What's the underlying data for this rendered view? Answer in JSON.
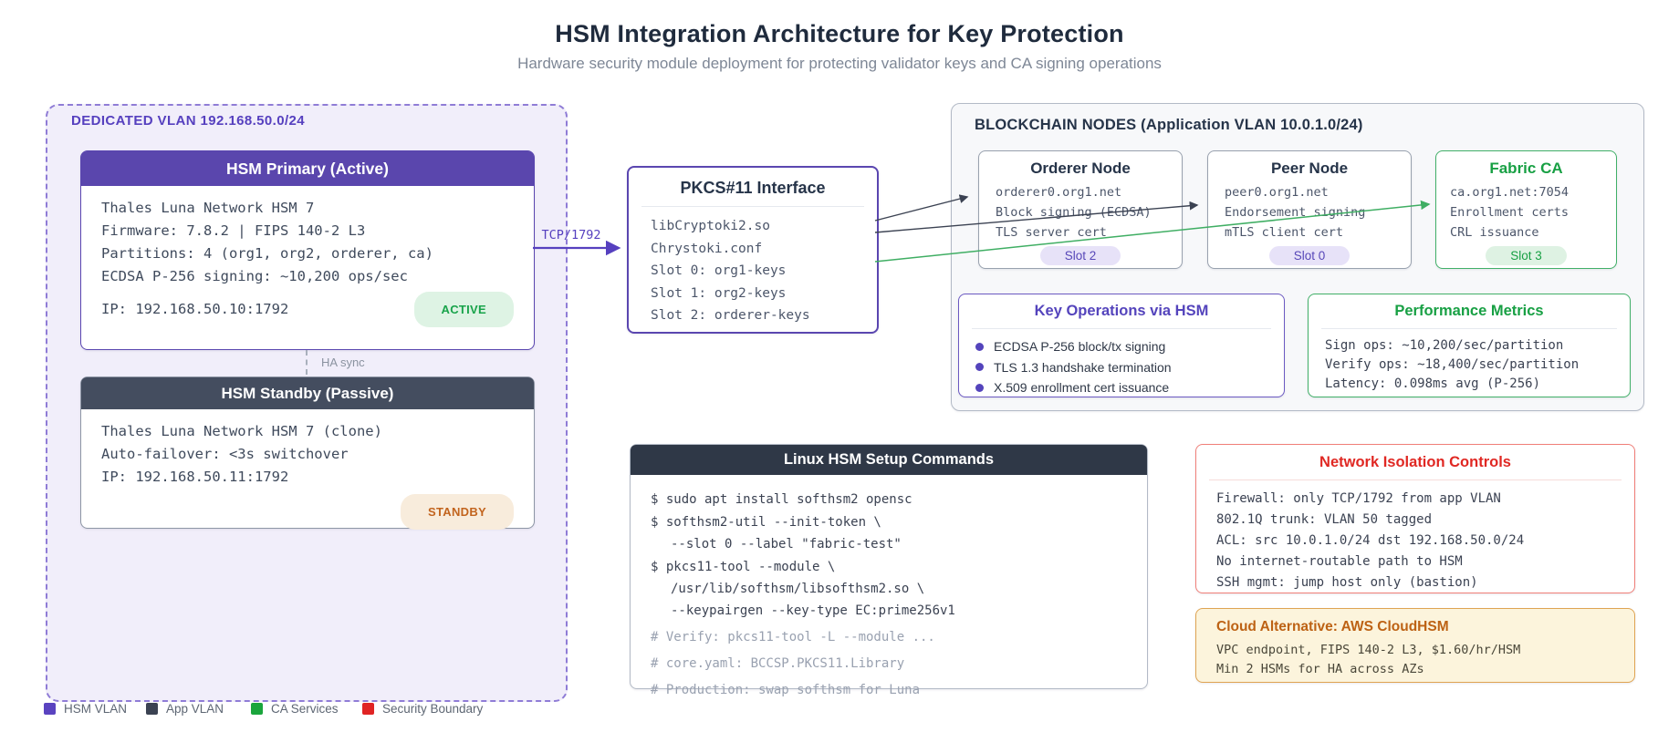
{
  "header": {
    "title": "HSM Integration Architecture for Key Protection",
    "subtitle": "Hardware security module deployment for protecting validator keys and CA signing operations"
  },
  "hsm_vlan": {
    "label": "DEDICATED VLAN 192.168.50.0/24",
    "primary": {
      "title": "HSM Primary (Active)",
      "lines": [
        "Thales Luna Network HSM 7",
        "Firmware: 7.8.2 | FIPS 140-2 L3",
        "Partitions: 4 (org1, org2, orderer, ca)",
        "ECDSA P-256 signing: ~10,200 ops/sec"
      ],
      "ip": "IP: 192.168.50.10:1792",
      "status": "ACTIVE"
    },
    "ha_sync_label": "HA sync",
    "standby": {
      "title": "HSM Standby (Passive)",
      "lines": [
        "Thales Luna Network HSM 7 (clone)",
        "Auto-failover: <3s switchover",
        "IP: 192.168.50.11:1792"
      ],
      "status": "STANDBY"
    }
  },
  "tcp_link_label": "TCP/1792",
  "pkcs11": {
    "title": "PKCS#11 Interface",
    "lines": [
      "libCryptoki2.so",
      "Chrystoki.conf",
      "Slot 0: org1-keys",
      "Slot 1: org2-keys",
      "Slot 2: orderer-keys"
    ]
  },
  "blockchain": {
    "title": "BLOCKCHAIN NODES (Application VLAN 10.0.1.0/24)",
    "nodes": [
      {
        "title": "Orderer Node",
        "lines": [
          "orderer0.org1.net",
          "Block signing (ECDSA)",
          "TLS server cert"
        ],
        "slot": "Slot 2"
      },
      {
        "title": "Peer Node",
        "lines": [
          "peer0.org1.net",
          "Endorsement signing",
          "mTLS client cert"
        ],
        "slot": "Slot 0"
      },
      {
        "title": "Fabric CA",
        "lines": [
          "ca.org1.net:7054",
          "Enrollment certs",
          "CRL issuance"
        ],
        "slot": "Slot 3"
      }
    ],
    "key_operations": {
      "title": "Key Operations via HSM",
      "items": [
        "ECDSA P-256 block/tx signing",
        "TLS 1.3 handshake termination",
        "X.509 enrollment cert issuance"
      ]
    },
    "performance": {
      "title": "Performance Metrics",
      "lines": [
        "Sign ops: ~10,200/sec/partition",
        "Verify ops: ~18,400/sec/partition",
        "Latency: 0.098ms avg (P-256)"
      ]
    }
  },
  "linux_setup": {
    "title": "Linux HSM Setup Commands",
    "commands": [
      {
        "kind": "cmd",
        "text": "$ sudo apt install softhsm2 opensc"
      },
      {
        "kind": "cmd",
        "text": "$ softhsm2-util --init-token \\"
      },
      {
        "kind": "cont",
        "text": "--slot 0 --label \"fabric-test\""
      },
      {
        "kind": "cmd",
        "text": "$ pkcs11-tool --module \\"
      },
      {
        "kind": "cont",
        "text": "/usr/lib/softhsm/libsofthsm2.so \\"
      },
      {
        "kind": "cont",
        "text": "--keypairgen --key-type EC:prime256v1"
      },
      {
        "kind": "comment",
        "text": "# Verify: pkcs11-tool -L --module ..."
      },
      {
        "kind": "comment",
        "text": "# core.yaml: BCCSP.PKCS11.Library"
      },
      {
        "kind": "comment",
        "text": "# Production: swap softhsm for Luna"
      }
    ]
  },
  "network_isolation": {
    "title": "Network Isolation Controls",
    "lines": [
      "Firewall: only TCP/1792 from app VLAN",
      "802.1Q trunk: VLAN 50 tagged",
      "ACL: src 10.0.1.0/24 dst 192.168.50.0/24",
      "No internet-routable path to HSM",
      "SSH mgmt: jump host only (bastion)"
    ]
  },
  "cloud_alternative": {
    "title": "Cloud Alternative: AWS CloudHSM",
    "lines": [
      "VPC endpoint, FIPS 140-2 L3, $1.60/hr/HSM",
      "Min 2 HSMs for HA across AZs"
    ]
  },
  "legend": [
    {
      "label": "HSM VLAN",
      "color": "#5a43c0"
    },
    {
      "label": "App VLAN",
      "color": "#3b4252"
    },
    {
      "label": "CA Services",
      "color": "#1aa53c"
    },
    {
      "label": "Security Boundary",
      "color": "#e02424"
    }
  ],
  "accent_colors": {
    "purple": "#5a46ad",
    "purple_text": "#5640bf",
    "slate": "#444d5f",
    "green": "#18a044",
    "red": "#e02823",
    "orange": "#c2641e",
    "active_badge_bg": "#def3e4",
    "standby_badge_bg": "#f8ecdc"
  }
}
